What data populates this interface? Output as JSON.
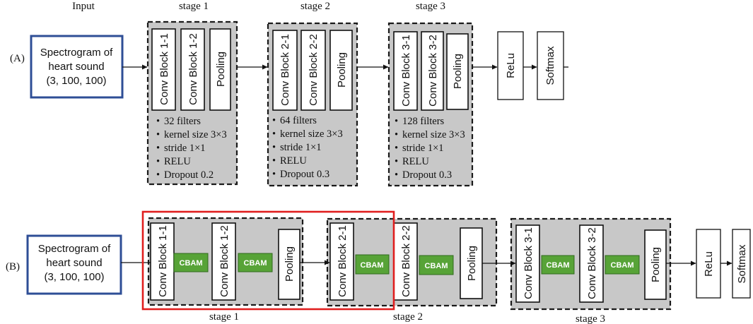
{
  "colors": {
    "input_border": "#2e4e96",
    "stage_fill": "#c8c8c8",
    "cbam_fill": "#57a337",
    "highlight_border": "#e01e1e"
  },
  "panel_a": {
    "tag": "(A)",
    "input_header": "Input",
    "input_lines": [
      "Spectrogram of",
      "heart sound",
      "(3, 100, 100)"
    ],
    "stages": [
      {
        "title": "stage 1",
        "blocks": [
          "Conv Block 1-1",
          "Conv Block 1-2",
          "Pooling"
        ],
        "params": [
          "32 filters",
          "kernel size 3×3",
          "stride 1×1",
          "RELU",
          "Dropout 0.2"
        ]
      },
      {
        "title": "stage 2",
        "blocks": [
          "Conv Block 2-1",
          "Conv Block 2-2",
          "Pooling"
        ],
        "params": [
          "64 filters",
          "kernel size 3×3",
          "stride 1×1",
          "RELU",
          "Dropout 0.3"
        ]
      },
      {
        "title": "stage 3",
        "blocks": [
          "Conv Block 3-1",
          "Conv Block 3-2",
          "Pooling"
        ],
        "params": [
          "128 filters",
          "kernel size 3×3",
          "stride 1×1",
          "RELU",
          "Dropout 0.3"
        ]
      }
    ],
    "head": [
      "ReLu",
      "Softmax"
    ]
  },
  "panel_b": {
    "tag": "(B)",
    "input_lines": [
      "Spectrogram of",
      "heart sound",
      "(3, 100, 100)"
    ],
    "cbam_label": "CBAM",
    "stages": [
      {
        "title": "stage 1",
        "blocks": [
          "Conv Block 1-1",
          "Conv Block 1-2",
          "Pooling"
        ]
      },
      {
        "title": "stage 2",
        "blocks": [
          "Conv Block 2-1",
          "Conv Block 2-2",
          "Pooling"
        ]
      },
      {
        "title": "stage 3",
        "blocks": [
          "Conv Block 3-1",
          "Conv Block 3-2",
          "Pooling"
        ]
      }
    ],
    "head": [
      "ReLu",
      "Softmax"
    ]
  }
}
